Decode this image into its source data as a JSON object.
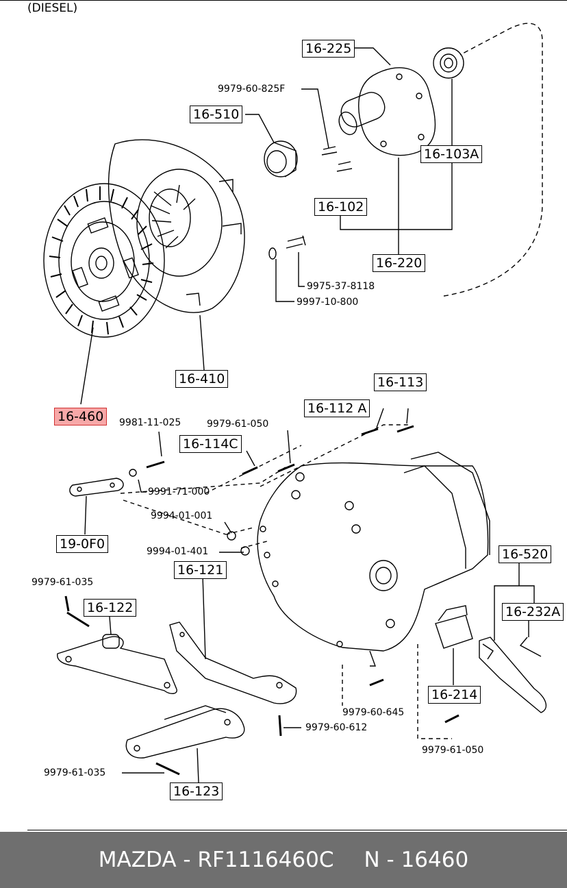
{
  "variant": "(DIESEL)",
  "parts": {
    "p16225": "16-225",
    "p16510": "16-510",
    "p16103A": "16-103A",
    "p16102": "16-102",
    "p16220": "16-220",
    "p16410": "16-410",
    "p16460": "16-460",
    "p16113": "16-113",
    "p16112A": "16-112 A",
    "p16114C": "16-114C",
    "p190F0": "19-0F0",
    "p16121": "16-121",
    "p16122": "16-122",
    "p16520": "16-520",
    "p16232A": "16-232A",
    "p16214": "16-214",
    "p16123": "16-123"
  },
  "bolts": {
    "b997960825F": "9979-60-825F",
    "b9975378118": "9975-37-8118",
    "b999710800": "9997-10-800",
    "b998111025": "9981-11-025",
    "b997961050a": "9979-61-050",
    "b999171000": "9991-71-000",
    "b999401001": "9994-01-001",
    "b999401401": "9994-01-401",
    "b997961035a": "9979-61-035",
    "b997960645": "9979-60-645",
    "b997960612": "9979-60-612",
    "b997961050b": "9979-61-050",
    "b997961035b": "9979-61-035"
  },
  "highlight_color": "#f7a8a8",
  "footer": {
    "brand": "MAZDA - RF1116460C",
    "code": "N - 16460",
    "background": "#6f6f6f"
  }
}
